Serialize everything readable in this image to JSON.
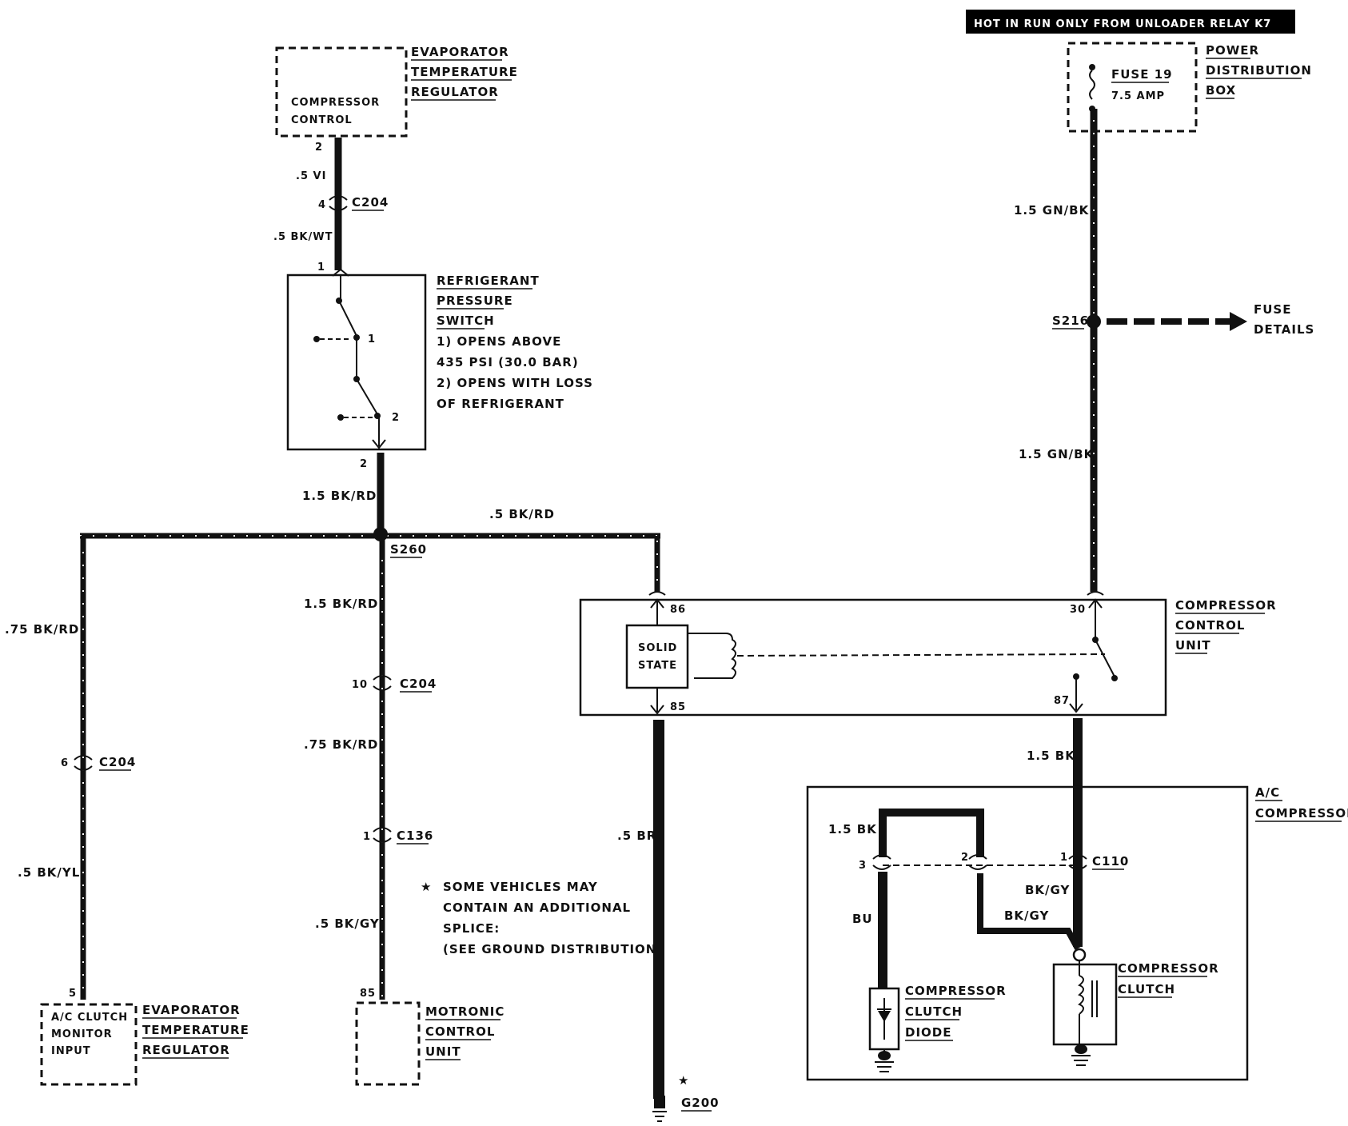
{
  "banner": "HOT IN RUN ONLY FROM UNLOADER RELAY K7",
  "components": {
    "evap_top": {
      "inner": [
        "COMPRESSOR",
        "CONTROL"
      ],
      "title": [
        "EVAPORATOR",
        "TEMPERATURE",
        "REGULATOR"
      ]
    },
    "pds": {
      "fuse": "FUSE 19",
      "amp": "7.5 AMP",
      "title": [
        "POWER",
        "DISTRIBUTION",
        "BOX"
      ]
    },
    "rps": {
      "title": [
        "REFRIGERANT",
        "PRESSURE",
        "SWITCH"
      ],
      "notes": [
        "1) OPENS ABOVE",
        "435 PSI (30.0 BAR)",
        "2) OPENS WITH LOSS",
        "OF REFRIGERANT"
      ],
      "contact1": "1",
      "contact2": "2"
    },
    "fuse_details": [
      "FUSE",
      "DETAILS"
    ],
    "ccu": {
      "title": [
        "COMPRESSOR",
        "CONTROL",
        "UNIT"
      ],
      "solid": [
        "SOLID",
        "STATE"
      ],
      "pins": {
        "p86": "86",
        "p85": "85",
        "p30": "30",
        "p87": "87"
      }
    },
    "ac_comp": {
      "title": [
        "A/C",
        "COMPRESSOR"
      ]
    },
    "clutch": {
      "title": [
        "COMPRESSOR",
        "CLUTCH"
      ]
    },
    "diode": {
      "title": [
        "COMPRESSOR",
        "CLUTCH",
        "DIODE"
      ]
    },
    "evap_bot": {
      "inner": [
        "A/C CLUTCH",
        "MONITOR",
        "INPUT"
      ],
      "title": [
        "EVAPORATOR",
        "TEMPERATURE",
        "REGULATOR"
      ]
    },
    "motronic": {
      "title": [
        "MOTRONIC",
        "CONTROL",
        "UNIT"
      ]
    }
  },
  "note": {
    "star": "★",
    "lines": [
      "SOME VEHICLES MAY",
      "CONTAIN AN ADDITIONAL",
      "SPLICE:",
      "(SEE GROUND DISTRIBUTION)"
    ]
  },
  "wires": {
    "w1": ".5 VI",
    "w2": ".5 BK/WT",
    "w3": "1.5 BK/RD",
    "w4": ".5 BK/RD",
    "w5": ".75 BK/RD",
    "w6": "1.5 BK/RD",
    "w7": ".75 BK/RD",
    "w8": ".5 BK/GY",
    "w9": ".5 BK/YL",
    "w10": ".5 BR",
    "w11": "1.5 GN/BK",
    "w12": "1.5 GN/BK",
    "w13": "1.5 BK",
    "w14": "1.5 BK",
    "w15": "BU",
    "w16": "BK/GY",
    "w17": "BK/GY"
  },
  "connectors": {
    "c204": "C204",
    "c136": "C136",
    "c110": "C110",
    "s260": "S260",
    "s216": "S216",
    "g200": "G200"
  },
  "pins": {
    "evap_top_pin": "2",
    "c204_top_pin": "4",
    "rps_pin1": "1",
    "rps_pin2": "2",
    "c204_mid_pin": "10",
    "c204_left_pin": "6",
    "c136_pin": "1",
    "evap_bot_pin": "5",
    "motronic_pin": "85",
    "c110_pin1": "1",
    "c110_pin2": "2",
    "c110_pin3": "3"
  },
  "g200_star": "★"
}
